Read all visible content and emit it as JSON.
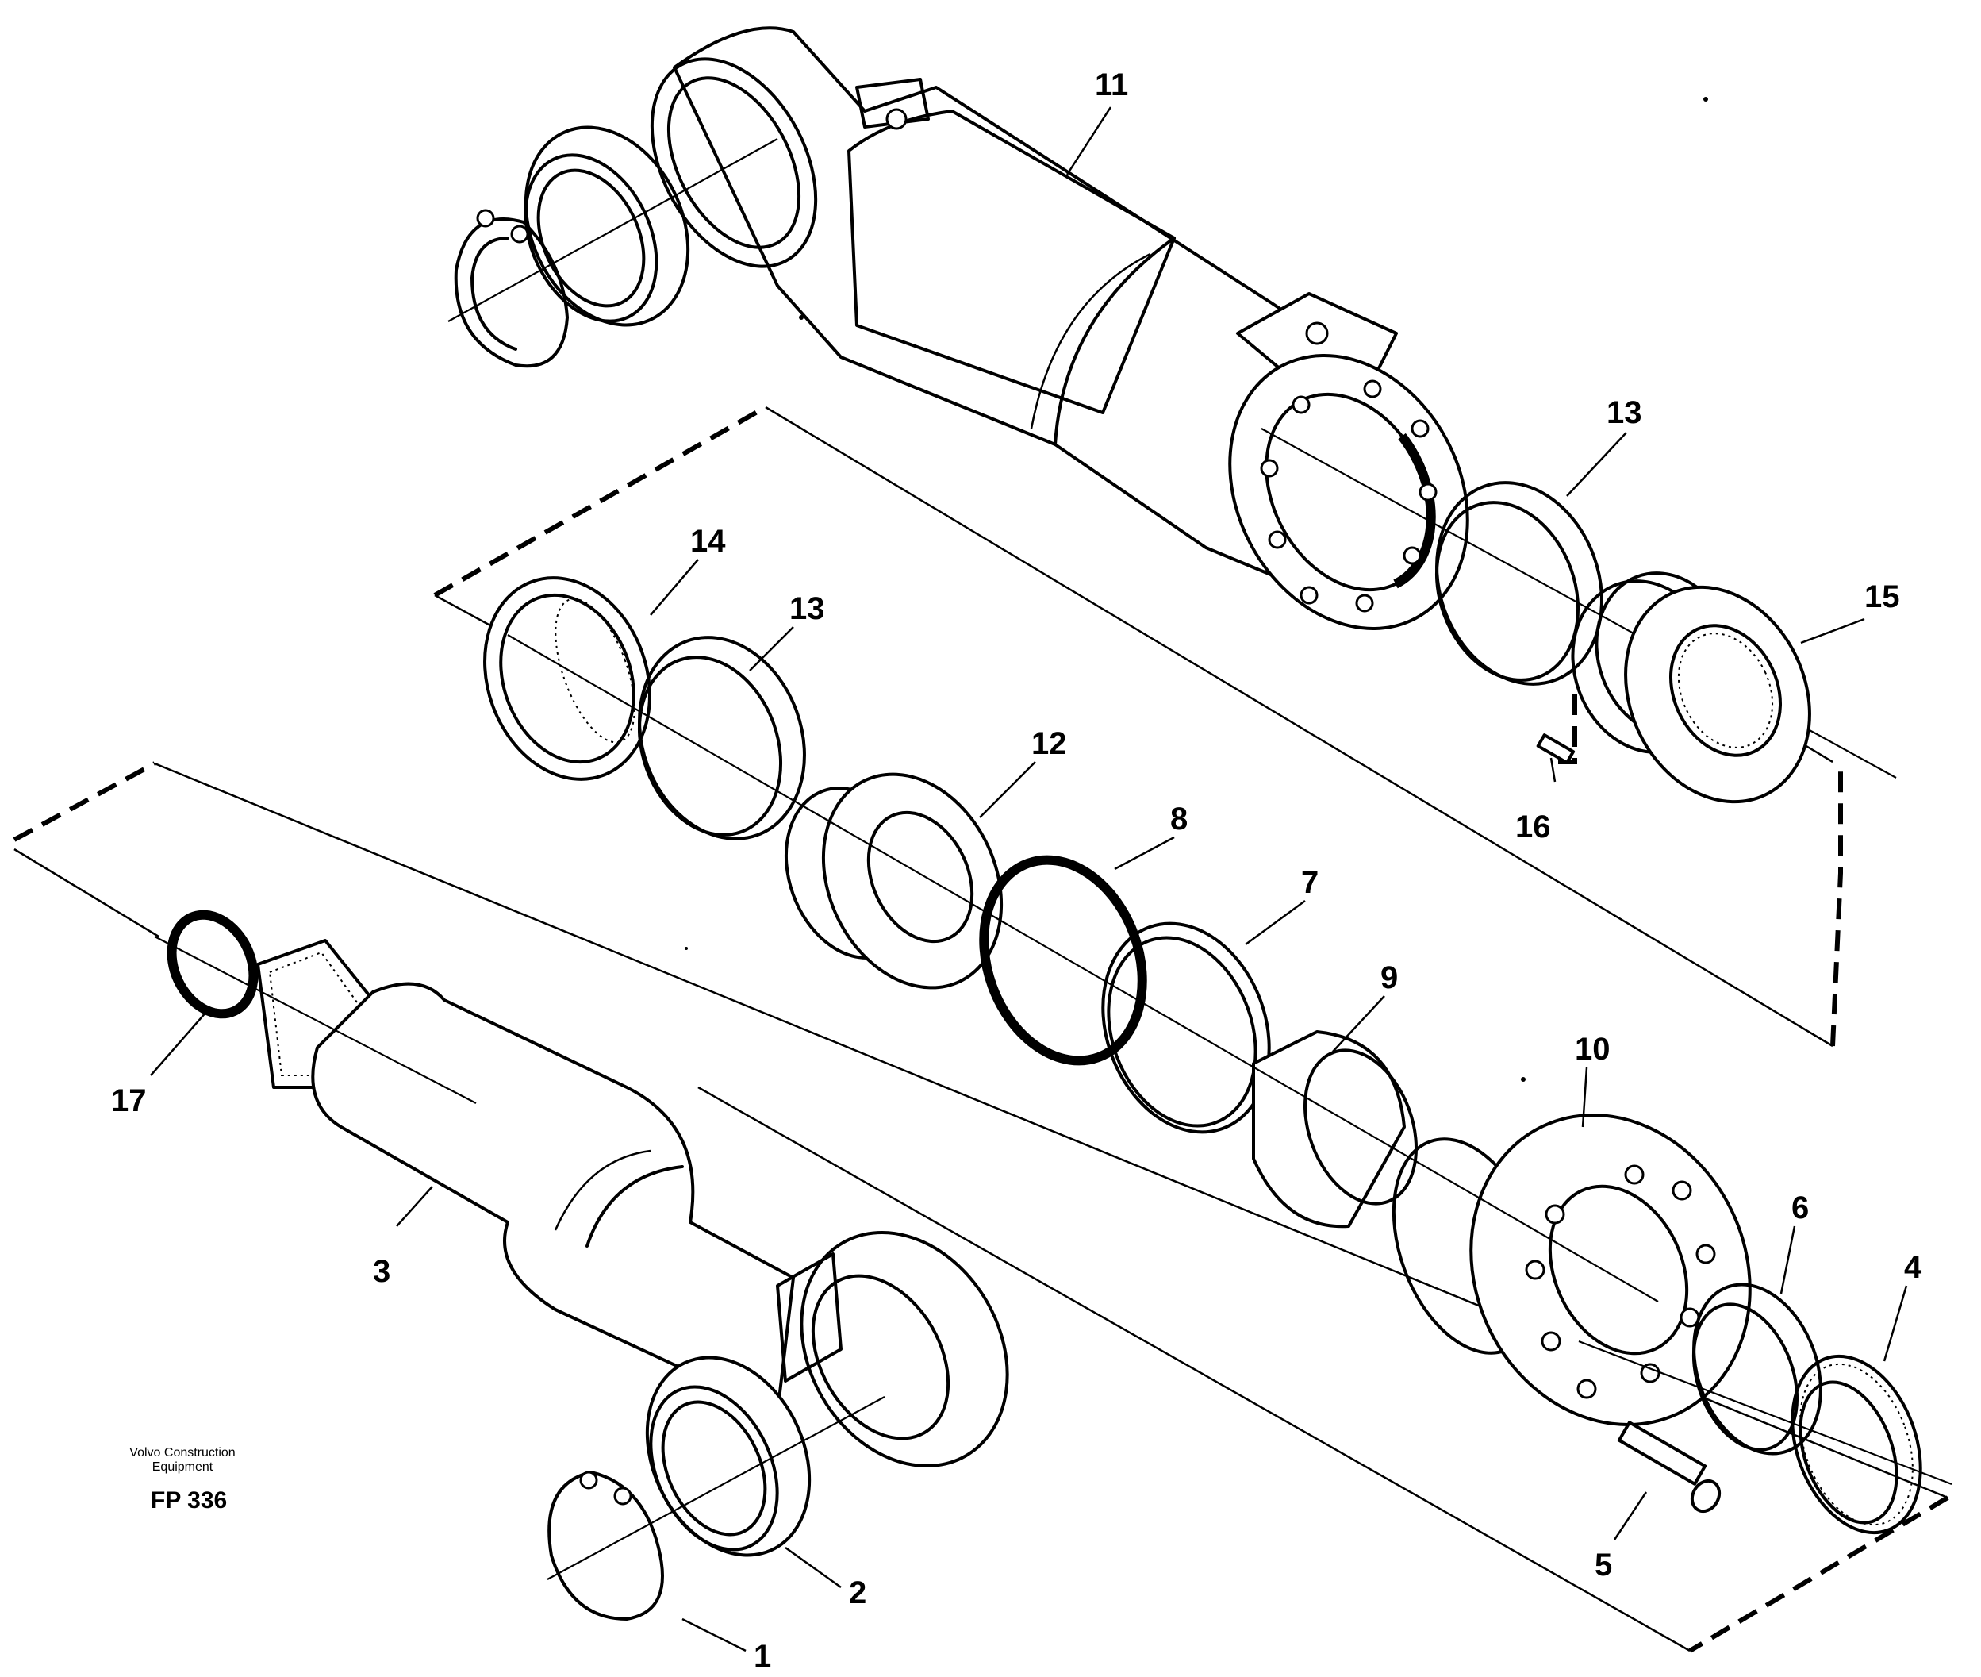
{
  "document": {
    "brand_line1": "Volvo Construction",
    "brand_line2": "Equipment",
    "figure_code": "FP 336"
  },
  "callouts": {
    "c1": "1",
    "c2": "2",
    "c3": "3",
    "c4": "4",
    "c5": "5",
    "c6": "6",
    "c7": "7",
    "c8": "8",
    "c9": "9",
    "c10": "10",
    "c11": "11",
    "c12": "12",
    "c13a": "13",
    "c13b": "13",
    "c14": "14",
    "c15": "15",
    "c16": "16",
    "c17": "17"
  }
}
